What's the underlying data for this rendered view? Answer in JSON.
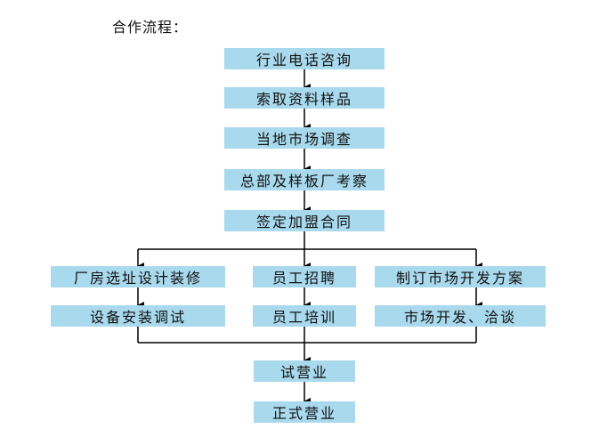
{
  "title": "合作流程：",
  "colors": {
    "box_fill": "#a9d9ec",
    "line": "#000000"
  },
  "steps": {
    "main": [
      "行业电话咨询",
      "索取资料样品",
      "当地市场调查",
      "总部及样板厂考察",
      "签定加盟合同"
    ],
    "branch_left": [
      "厂房选址设计装修",
      "设备安装调试"
    ],
    "branch_mid": [
      "员工招聘",
      "员工培训"
    ],
    "branch_right": [
      "制订市场开发方案",
      "市场开发、洽谈"
    ],
    "final": [
      "试营业",
      "正式营业"
    ]
  }
}
